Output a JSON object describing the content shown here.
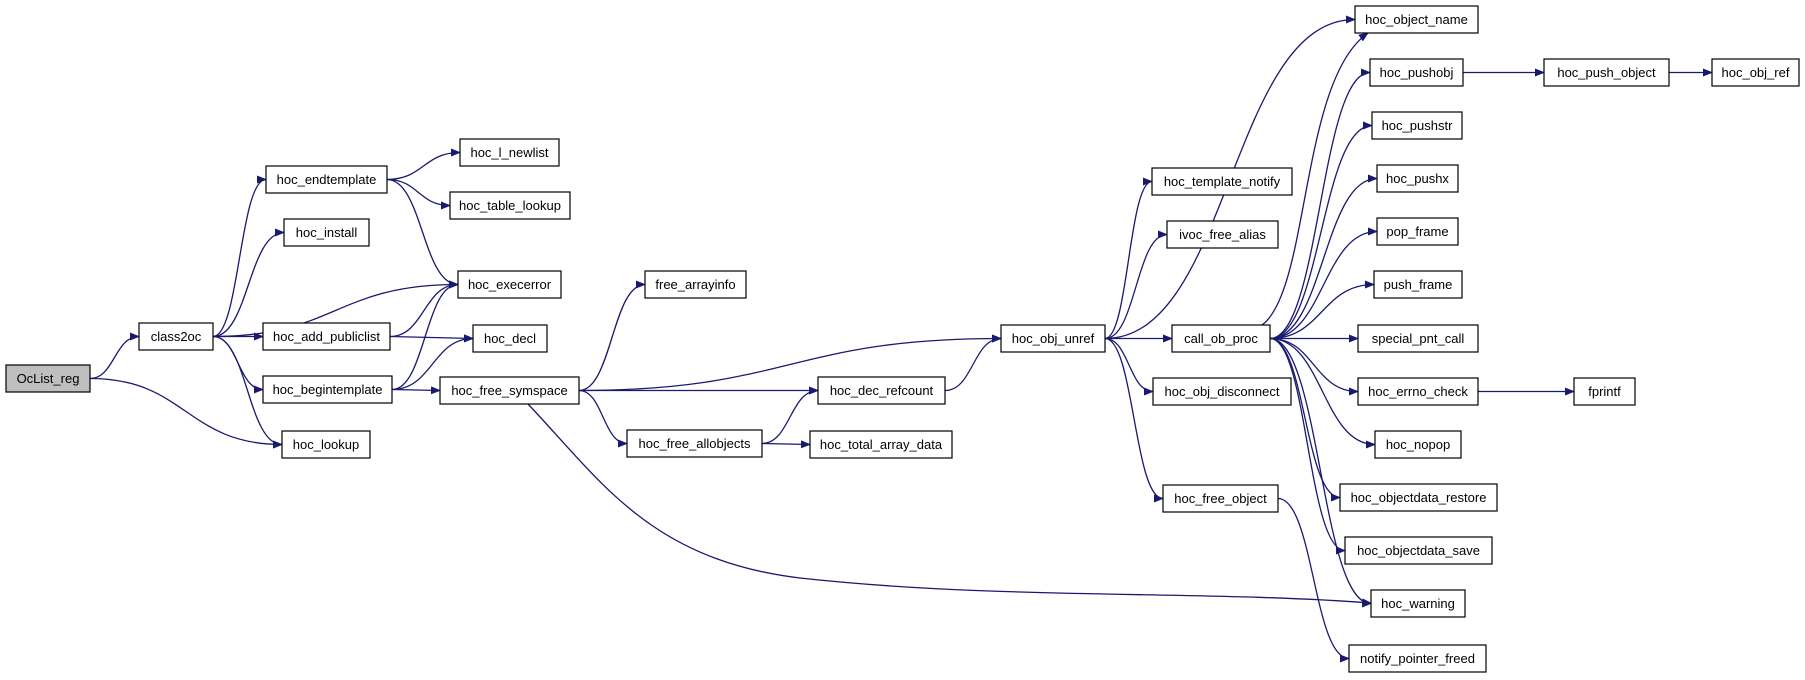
{
  "diagram": {
    "kind": "call graph",
    "root": "OcList_reg",
    "edge_color": "#191970",
    "root_fill": "#bfbfbf",
    "nodes": [
      {
        "id": "oclist_reg",
        "label": "OcList_reg"
      },
      {
        "id": "class2oc",
        "label": "class2oc"
      },
      {
        "id": "hoc_endtemplate",
        "label": "hoc_endtemplate"
      },
      {
        "id": "hoc_install",
        "label": "hoc_install"
      },
      {
        "id": "hoc_add_publiclist",
        "label": "hoc_add_publiclist"
      },
      {
        "id": "hoc_begintemplate",
        "label": "hoc_begintemplate"
      },
      {
        "id": "hoc_lookup",
        "label": "hoc_lookup"
      },
      {
        "id": "hoc_l_newlist",
        "label": "hoc_l_newlist"
      },
      {
        "id": "hoc_table_lookup",
        "label": "hoc_table_lookup"
      },
      {
        "id": "hoc_execerror",
        "label": "hoc_execerror"
      },
      {
        "id": "hoc_decl",
        "label": "hoc_decl"
      },
      {
        "id": "hoc_free_symspace",
        "label": "hoc_free_symspace"
      },
      {
        "id": "free_arrayinfo",
        "label": "free_arrayinfo"
      },
      {
        "id": "hoc_free_allobjects",
        "label": "hoc_free_allobjects"
      },
      {
        "id": "hoc_dec_refcount",
        "label": "hoc_dec_refcount"
      },
      {
        "id": "hoc_total_array_data",
        "label": "hoc_total_array_data"
      },
      {
        "id": "hoc_obj_unref",
        "label": "hoc_obj_unref"
      },
      {
        "id": "hoc_template_notify",
        "label": "hoc_template_notify"
      },
      {
        "id": "ivoc_free_alias",
        "label": "ivoc_free_alias"
      },
      {
        "id": "call_ob_proc",
        "label": "call_ob_proc"
      },
      {
        "id": "hoc_obj_disconnect",
        "label": "hoc_obj_disconnect"
      },
      {
        "id": "hoc_free_object",
        "label": "hoc_free_object"
      },
      {
        "id": "hoc_object_name",
        "label": "hoc_object_name"
      },
      {
        "id": "hoc_pushobj",
        "label": "hoc_pushobj"
      },
      {
        "id": "hoc_pushstr",
        "label": "hoc_pushstr"
      },
      {
        "id": "hoc_pushx",
        "label": "hoc_pushx"
      },
      {
        "id": "pop_frame",
        "label": "pop_frame"
      },
      {
        "id": "push_frame",
        "label": "push_frame"
      },
      {
        "id": "special_pnt_call",
        "label": "special_pnt_call"
      },
      {
        "id": "hoc_errno_check",
        "label": "hoc_errno_check"
      },
      {
        "id": "hoc_nopop",
        "label": "hoc_nopop"
      },
      {
        "id": "hoc_objectdata_restore",
        "label": "hoc_objectdata_restore"
      },
      {
        "id": "hoc_objectdata_save",
        "label": "hoc_objectdata_save"
      },
      {
        "id": "hoc_warning",
        "label": "hoc_warning"
      },
      {
        "id": "notify_pointer_freed",
        "label": "notify_pointer_freed"
      },
      {
        "id": "hoc_push_object",
        "label": "hoc_push_object"
      },
      {
        "id": "hoc_obj_ref",
        "label": "hoc_obj_ref"
      },
      {
        "id": "fprintf",
        "label": "fprintf"
      }
    ],
    "edges": [
      [
        "oclist_reg",
        "class2oc"
      ],
      [
        "oclist_reg",
        "hoc_lookup"
      ],
      [
        "class2oc",
        "hoc_endtemplate"
      ],
      [
        "class2oc",
        "hoc_install"
      ],
      [
        "class2oc",
        "hoc_execerror"
      ],
      [
        "class2oc",
        "hoc_add_publiclist"
      ],
      [
        "class2oc",
        "hoc_begintemplate"
      ],
      [
        "class2oc",
        "hoc_lookup"
      ],
      [
        "hoc_endtemplate",
        "hoc_l_newlist"
      ],
      [
        "hoc_endtemplate",
        "hoc_table_lookup"
      ],
      [
        "hoc_endtemplate",
        "hoc_execerror"
      ],
      [
        "hoc_add_publiclist",
        "hoc_execerror"
      ],
      [
        "hoc_add_publiclist",
        "hoc_decl"
      ],
      [
        "hoc_begintemplate",
        "hoc_execerror"
      ],
      [
        "hoc_begintemplate",
        "hoc_decl"
      ],
      [
        "hoc_begintemplate",
        "hoc_free_symspace"
      ],
      [
        "hoc_free_symspace",
        "free_arrayinfo"
      ],
      [
        "hoc_free_symspace",
        "hoc_obj_unref"
      ],
      [
        "hoc_free_symspace",
        "hoc_dec_refcount"
      ],
      [
        "hoc_free_symspace",
        "hoc_free_allobjects"
      ],
      [
        "hoc_free_symspace",
        "hoc_warning"
      ],
      [
        "hoc_free_allobjects",
        "hoc_dec_refcount"
      ],
      [
        "hoc_free_allobjects",
        "hoc_total_array_data"
      ],
      [
        "hoc_dec_refcount",
        "hoc_obj_unref"
      ],
      [
        "hoc_obj_unref",
        "hoc_template_notify"
      ],
      [
        "hoc_obj_unref",
        "ivoc_free_alias"
      ],
      [
        "hoc_obj_unref",
        "hoc_object_name"
      ],
      [
        "hoc_obj_unref",
        "call_ob_proc"
      ],
      [
        "hoc_obj_unref",
        "hoc_obj_disconnect"
      ],
      [
        "hoc_obj_unref",
        "hoc_free_object"
      ],
      [
        "call_ob_proc",
        "hoc_object_name"
      ],
      [
        "call_ob_proc",
        "hoc_pushobj"
      ],
      [
        "call_ob_proc",
        "hoc_pushstr"
      ],
      [
        "call_ob_proc",
        "hoc_pushx"
      ],
      [
        "call_ob_proc",
        "pop_frame"
      ],
      [
        "call_ob_proc",
        "push_frame"
      ],
      [
        "call_ob_proc",
        "special_pnt_call"
      ],
      [
        "call_ob_proc",
        "hoc_errno_check"
      ],
      [
        "call_ob_proc",
        "hoc_nopop"
      ],
      [
        "call_ob_proc",
        "hoc_objectdata_restore"
      ],
      [
        "call_ob_proc",
        "hoc_objectdata_save"
      ],
      [
        "call_ob_proc",
        "hoc_warning"
      ],
      [
        "hoc_free_object",
        "notify_pointer_freed"
      ],
      [
        "hoc_pushobj",
        "hoc_push_object"
      ],
      [
        "hoc_push_object",
        "hoc_obj_ref"
      ],
      [
        "hoc_errno_check",
        "fprintf"
      ]
    ]
  }
}
